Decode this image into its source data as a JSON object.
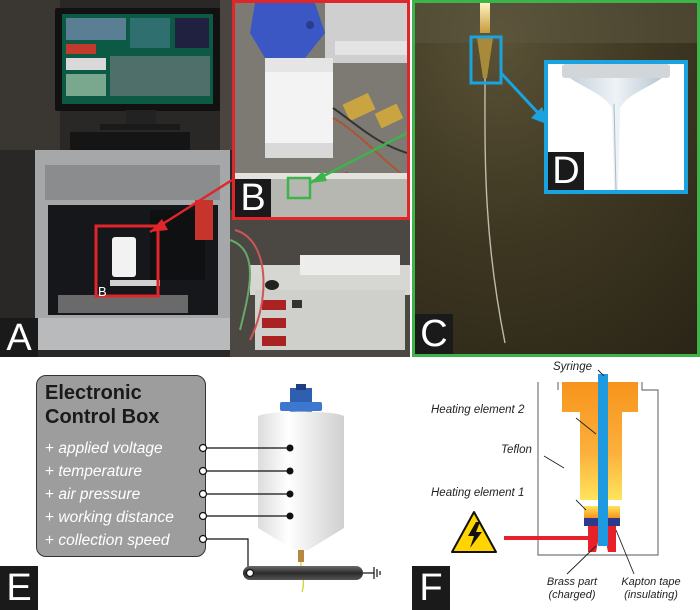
{
  "panels": {
    "a": {
      "label": "A",
      "inset_label": "B"
    },
    "b": {
      "label": "B"
    },
    "c": {
      "label": "C"
    },
    "d": {
      "label": "D"
    },
    "e": {
      "label": "E"
    },
    "f": {
      "label": "F"
    }
  },
  "control_box": {
    "title_line1": "Electronic",
    "title_line2": "Control Box",
    "items": [
      "applied voltage",
      "temperature",
      "air pressure",
      "working distance",
      "collection speed"
    ],
    "bullet": "+"
  },
  "nozzle_diagram": {
    "syringe": "Syringe",
    "heating_element_2": "Heating element 2",
    "teflon": "Teflon",
    "heating_element_1": "Heating element 1",
    "brass_line1": "Brass part",
    "brass_line2": "(charged)",
    "kapton_line1": "Kapton tape",
    "kapton_line2": "(insulating)"
  },
  "colors": {
    "panel_b_border": "#e0252b",
    "panel_c_border": "#3db44a",
    "panel_d_border": "#1aa3df",
    "control_box_fill": "#9d9d9d",
    "syringe_blue": "#1e9be0",
    "heater_orange": "#f7941d",
    "brass_red": "#e8202a",
    "kapton_blue": "#2d3a8c"
  },
  "icons": [
    "high-voltage-warning-icon",
    "ground-symbol-icon"
  ]
}
